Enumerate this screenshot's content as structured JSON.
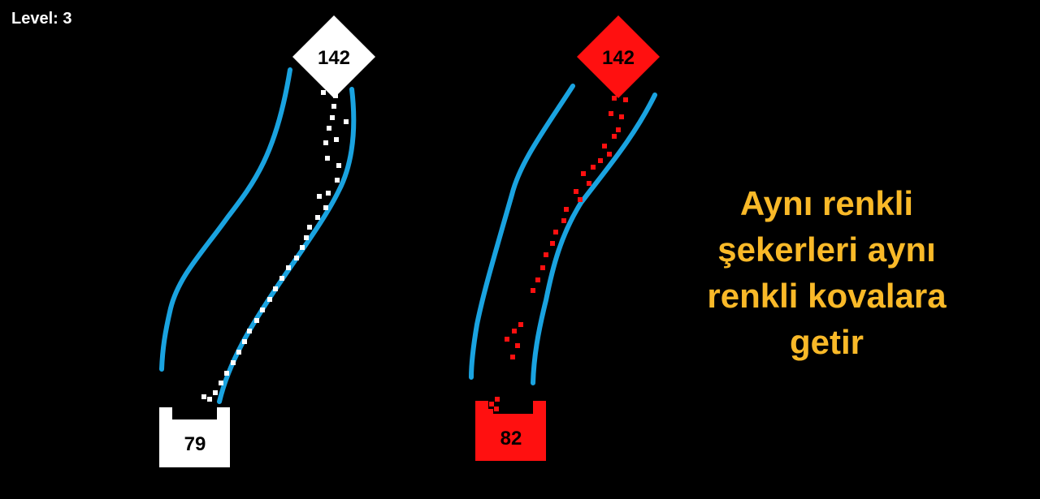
{
  "hud": {
    "level_label": "Level: 3"
  },
  "instructions": {
    "lines": [
      "Aynı renkli",
      "şekerleri aynı",
      "renkli kovalara",
      "getir"
    ],
    "color": "#f9b928"
  },
  "colors": {
    "background": "#000000",
    "wall": "#1aa3e0",
    "white_candy": "#ffffff",
    "red_candy": "#ff1010",
    "spawner_text": "#000000",
    "bucket_text": "#000000"
  },
  "spawners": [
    {
      "name": "white",
      "count": "142"
    },
    {
      "name": "red",
      "count": "142"
    }
  ],
  "buckets": [
    {
      "name": "white",
      "count": "79"
    },
    {
      "name": "red",
      "count": "82"
    }
  ]
}
